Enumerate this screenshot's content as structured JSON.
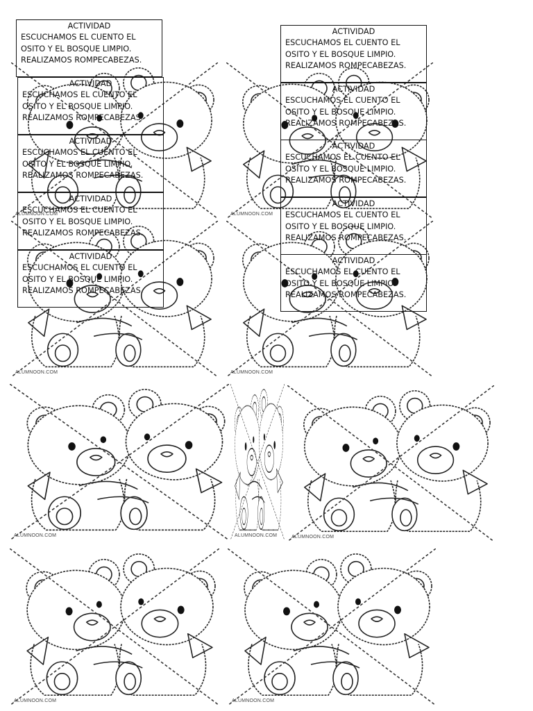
{
  "activity": {
    "title": "ACTIVIDAD",
    "lines": [
      "ESCUCHAMOS EL CUENTO EL",
      "OSITO Y EL BOSQUE LIMPIO.",
      "REALIZAMOS ROMPECABEZAS."
    ]
  },
  "watermark": "ALUMNOON.COM"
}
